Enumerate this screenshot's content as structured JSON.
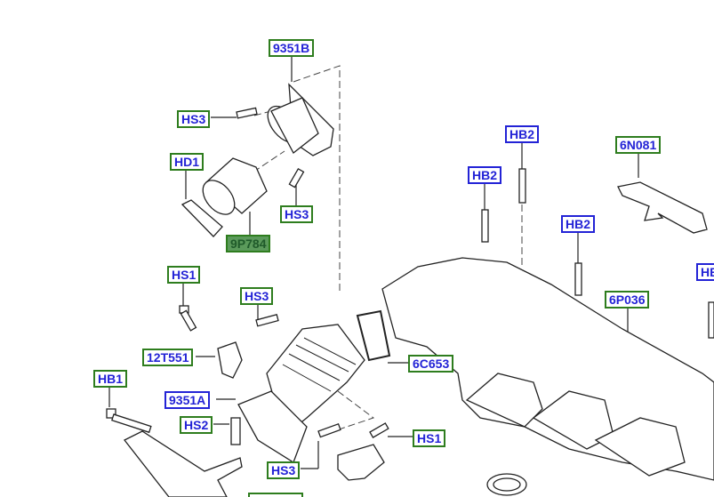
{
  "diagram": {
    "colors": {
      "label_text": "#2323d6",
      "label_border_green": "#2e7d1e",
      "label_border_blue": "#2323d6",
      "highlight_fill": "#5b9a5b"
    },
    "callouts": [
      {
        "id": "c1",
        "text": "9351B",
        "style": "green"
      },
      {
        "id": "c2",
        "text": "HS3",
        "style": "green"
      },
      {
        "id": "c3",
        "text": "HD1",
        "style": "green"
      },
      {
        "id": "c4",
        "text": "HS3",
        "style": "green"
      },
      {
        "id": "c5",
        "text": "9P784",
        "style": "highlighted"
      },
      {
        "id": "c6",
        "text": "HB2",
        "style": "blue"
      },
      {
        "id": "c7",
        "text": "HB2",
        "style": "blue"
      },
      {
        "id": "c8",
        "text": "HB2",
        "style": "blue"
      },
      {
        "id": "c9",
        "text": "6N081",
        "style": "green"
      },
      {
        "id": "c10",
        "text": "HB",
        "style": "blue"
      },
      {
        "id": "c11",
        "text": "HS1",
        "style": "green"
      },
      {
        "id": "c12",
        "text": "HS3",
        "style": "green"
      },
      {
        "id": "c13",
        "text": "6P036",
        "style": "green"
      },
      {
        "id": "c14",
        "text": "12T551",
        "style": "green"
      },
      {
        "id": "c15",
        "text": "6C653",
        "style": "green"
      },
      {
        "id": "c16",
        "text": "HB1",
        "style": "green"
      },
      {
        "id": "c17",
        "text": "9351A",
        "style": "blue"
      },
      {
        "id": "c18",
        "text": "HS2",
        "style": "green"
      },
      {
        "id": "c19",
        "text": "HS1",
        "style": "green"
      },
      {
        "id": "c20",
        "text": "HS3",
        "style": "green"
      }
    ]
  }
}
